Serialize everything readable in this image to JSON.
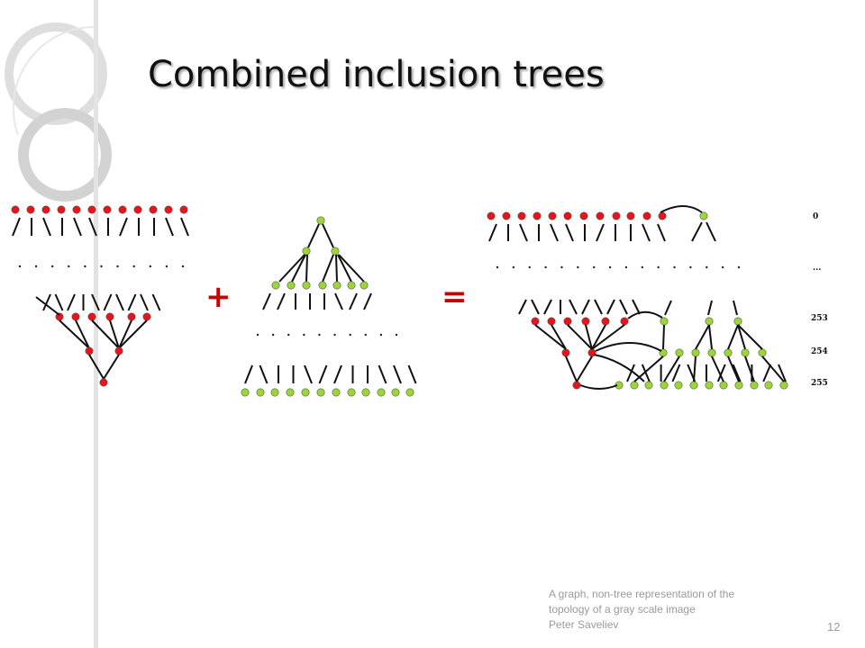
{
  "slide": {
    "title": "Combined inclusion trees",
    "footer": {
      "line1": "A graph, non-tree representation of the",
      "line2": "topology of a gray scale image",
      "line3": "Peter Saveliev"
    },
    "page_number": "12"
  },
  "diagram": {
    "plus_sign": "+",
    "equals_sign": "=",
    "levels": [
      "0",
      "...",
      "253",
      "254",
      "255"
    ],
    "colors": {
      "red_node": "#e8141a",
      "green_node": "#9bd634",
      "edge": "#111111",
      "accent": "#cc0000",
      "deco": "#d6d6d6"
    }
  }
}
